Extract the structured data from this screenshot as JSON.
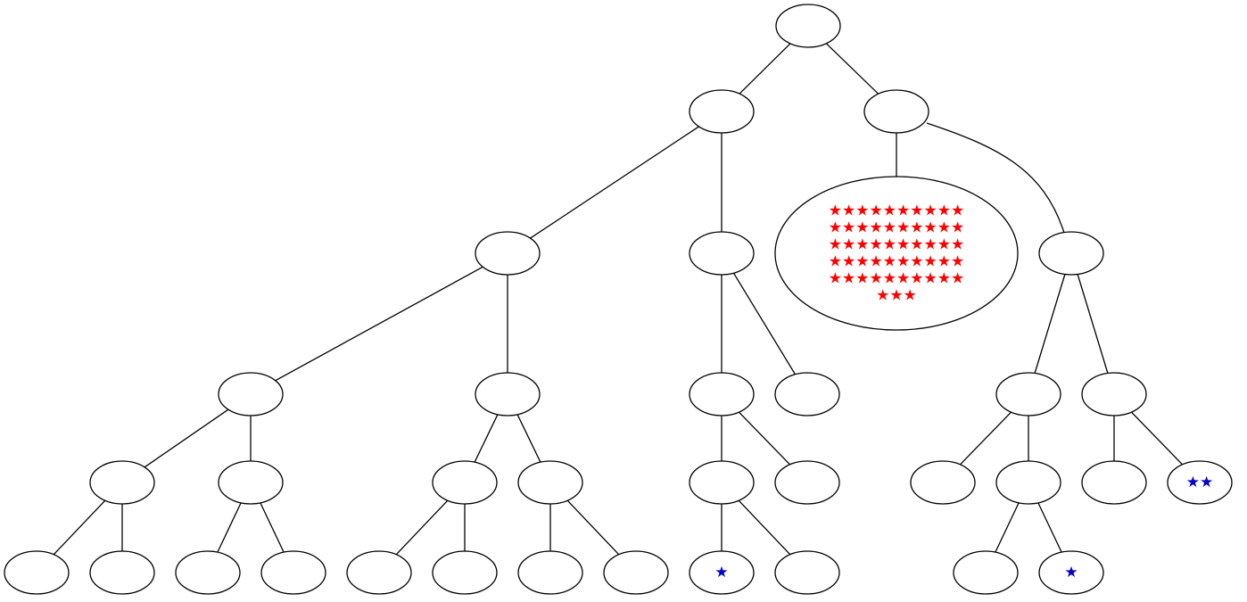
{
  "colors": {
    "background": "#ffffff",
    "stroke": "#000000",
    "red_star": "#ff0000",
    "blue_star": "#0000cc"
  },
  "tree": {
    "nodes": [
      {
        "id": "root",
        "label": ""
      },
      {
        "id": "L1a",
        "label": ""
      },
      {
        "id": "L1b",
        "label": ""
      },
      {
        "id": "L2a",
        "label": ""
      },
      {
        "id": "L2b",
        "label": ""
      },
      {
        "id": "L2c",
        "label": "★★★★★★★★★★★★★★★★★★★★★★★★★★★★★★★★★★★★★★★★★★★★★★★★★★★★★",
        "color": "red"
      },
      {
        "id": "L2d",
        "label": ""
      },
      {
        "id": "L3a",
        "label": ""
      },
      {
        "id": "L3b",
        "label": ""
      },
      {
        "id": "L3c",
        "label": ""
      },
      {
        "id": "L3d",
        "label": ""
      },
      {
        "id": "L3e",
        "label": ""
      },
      {
        "id": "L3f",
        "label": ""
      },
      {
        "id": "L4a",
        "label": ""
      },
      {
        "id": "L4b",
        "label": ""
      },
      {
        "id": "L4c",
        "label": ""
      },
      {
        "id": "L4d",
        "label": ""
      },
      {
        "id": "L4e",
        "label": ""
      },
      {
        "id": "L4f",
        "label": ""
      },
      {
        "id": "L4g",
        "label": ""
      },
      {
        "id": "L4h",
        "label": ""
      },
      {
        "id": "L4i",
        "label": ""
      },
      {
        "id": "L4j",
        "label": "★★",
        "color": "blue"
      },
      {
        "id": "L5a",
        "label": ""
      },
      {
        "id": "L5b",
        "label": ""
      },
      {
        "id": "L5c",
        "label": ""
      },
      {
        "id": "L5d",
        "label": ""
      },
      {
        "id": "L5e",
        "label": ""
      },
      {
        "id": "L5f",
        "label": ""
      },
      {
        "id": "L5g",
        "label": ""
      },
      {
        "id": "L5h",
        "label": ""
      },
      {
        "id": "L5i",
        "label": "★",
        "color": "blue"
      },
      {
        "id": "L5j",
        "label": ""
      },
      {
        "id": "L5k",
        "label": ""
      },
      {
        "id": "L5l",
        "label": "★",
        "color": "blue"
      }
    ],
    "edges": [
      [
        "root",
        "L1a"
      ],
      [
        "root",
        "L1b"
      ],
      [
        "L1a",
        "L2a"
      ],
      [
        "L1a",
        "L2b"
      ],
      [
        "L1b",
        "L2c"
      ],
      [
        "L1b",
        "L2d"
      ],
      [
        "L2a",
        "L3a"
      ],
      [
        "L2a",
        "L3b"
      ],
      [
        "L2b",
        "L3c"
      ],
      [
        "L2b",
        "L3d"
      ],
      [
        "L2d",
        "L3e"
      ],
      [
        "L2d",
        "L3f"
      ],
      [
        "L3a",
        "L4a"
      ],
      [
        "L3a",
        "L4b"
      ],
      [
        "L3b",
        "L4c"
      ],
      [
        "L3b",
        "L4d"
      ],
      [
        "L3c",
        "L4e"
      ],
      [
        "L3c",
        "L4f"
      ],
      [
        "L3e",
        "L4g"
      ],
      [
        "L3e",
        "L4h"
      ],
      [
        "L3f",
        "L4i"
      ],
      [
        "L3f",
        "L4j"
      ],
      [
        "L4a",
        "L5a"
      ],
      [
        "L4a",
        "L5b"
      ],
      [
        "L4b",
        "L5c"
      ],
      [
        "L4b",
        "L5d"
      ],
      [
        "L4c",
        "L5e"
      ],
      [
        "L4c",
        "L5f"
      ],
      [
        "L4d",
        "L5g"
      ],
      [
        "L4d",
        "L5h"
      ],
      [
        "L4e",
        "L5i"
      ],
      [
        "L4e",
        "L5j"
      ],
      [
        "L4h",
        "L5k"
      ],
      [
        "L4h",
        "L5l"
      ]
    ]
  }
}
